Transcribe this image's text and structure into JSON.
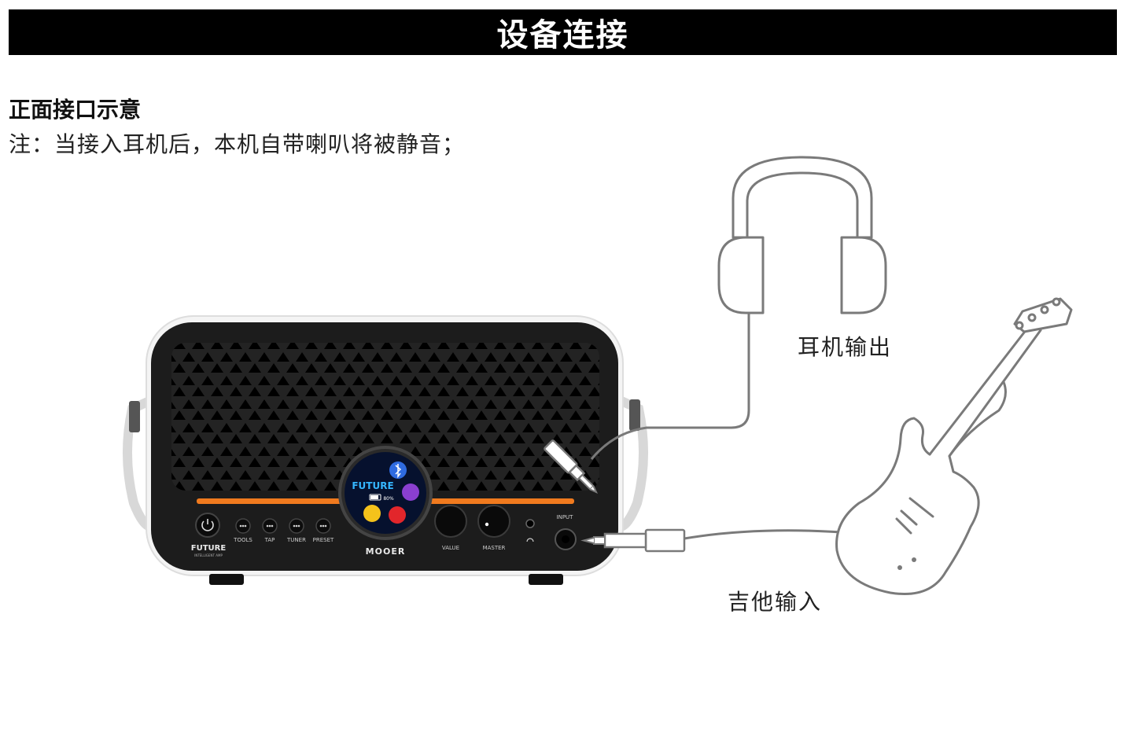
{
  "header": {
    "title": "设备连接"
  },
  "section": {
    "heading": "正面接口示意",
    "note": "注：当接入耳机后，本机自带喇叭将被静音；"
  },
  "amp": {
    "brand": "MOOER",
    "model_label": "FUTURE",
    "model_sub": "INTELLIGENT AMP",
    "buttons": [
      "TOOLS",
      "TAP",
      "TUNER",
      "PRESET"
    ],
    "knobs": [
      "VALUE",
      "MASTER"
    ],
    "input_label": "INPUT",
    "screen": {
      "title": "FUTURE",
      "battery": "80%"
    }
  },
  "callouts": {
    "headphone_out": "耳机输出",
    "guitar_in": "吉他输入"
  },
  "colors": {
    "accent_orange": "#f07a1e",
    "amp_body": "#1c1c1c",
    "amp_frame": "#f4f4f4",
    "line_gray": "#7a7a7a"
  },
  "icons": [
    "power-icon",
    "bluetooth-icon",
    "headphone-jack-icon",
    "headphones-icon",
    "guitar-icon",
    "guitar-plug-icon",
    "headphone-plug-icon"
  ]
}
